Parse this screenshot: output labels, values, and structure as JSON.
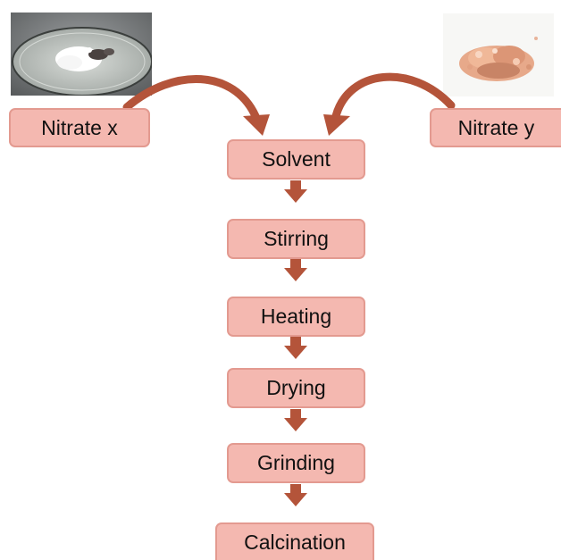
{
  "sources": {
    "left": {
      "label": "Nitrate x",
      "image": "white-powder-watch-glass"
    },
    "right": {
      "label": "Nitrate y",
      "image": "orange-crystals"
    }
  },
  "steps": [
    {
      "label": "Solvent"
    },
    {
      "label": "Stirring"
    },
    {
      "label": "Heating"
    },
    {
      "label": "Drying"
    },
    {
      "label": "Grinding"
    },
    {
      "label": "Calcination"
    }
  ],
  "colors": {
    "box_fill": "#f4b8b0",
    "box_border": "#e39a90",
    "arrow": "#b4543a"
  }
}
